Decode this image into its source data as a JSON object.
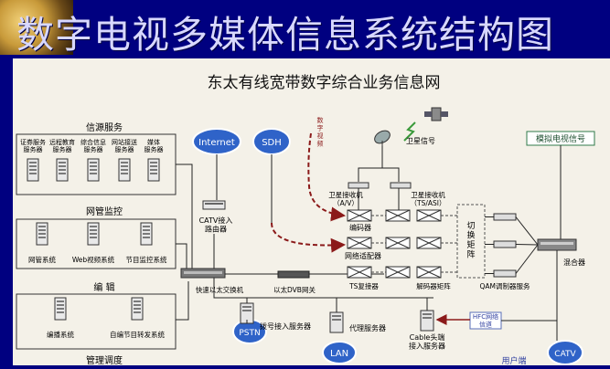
{
  "slide_title": "数字电视多媒体信息系统结构图",
  "diagram_title": "东太有线宽带数字综合业务信息网",
  "groups": {
    "info": {
      "title": "信源服务",
      "items": [
        "证券服务\n服务器",
        "远程教育\n服务器",
        "综合信息\n服务器",
        "网站接送\n服务器",
        "媒体\n服务器"
      ]
    },
    "monitor": {
      "title": "网管监控",
      "items": [
        "网管系统",
        "Web视频系统",
        "节目监控系统"
      ]
    },
    "edit": {
      "title": "编  辑",
      "items": [
        "编播系统",
        "自编节目转发系统"
      ]
    },
    "mgmt": {
      "title": "管理调度"
    }
  },
  "clouds": {
    "internet": "Internet",
    "sdh": "SDH",
    "pstn": "PSTN",
    "lan": "LAN",
    "catv": "CATV"
  },
  "nodes": {
    "satellite_signal": "卫星信号",
    "sat_receiver_av": "卫星接收机\n（A/V）",
    "sat_receiver_ts": "卫星接收机\n（TS/ASI）",
    "encoder": "编码器",
    "network_adapter": "网络适配器",
    "ts_mux": "TS复接器",
    "decode_matrix": "解码器矩阵",
    "switch_matrix": "切\n换\n矩\n阵",
    "qam": "QAM调制器服务",
    "analog_tv": "模拟电视信号",
    "mixer": "混合器",
    "catv_router": "CATV接入\n路由器",
    "fast_switch": "快速以太交换机",
    "dvb_gateway": "以太DVB网关",
    "dial_server": "拨号接入服务器",
    "proxy_server": "代理服务器",
    "cable_head": "Cable头端\n接入服务器",
    "hfc_label": "HFC网络\n信道",
    "user_terminal": "用户端",
    "digital_label": "数\n字\n视\n频"
  },
  "colors": {
    "banner_bg": "#000080",
    "board_bg": "#f4f1e8",
    "cloud_fill": "#2f63c8",
    "arrow_red": "#8b1a1a",
    "analog_box": "#2f7a4a"
  }
}
